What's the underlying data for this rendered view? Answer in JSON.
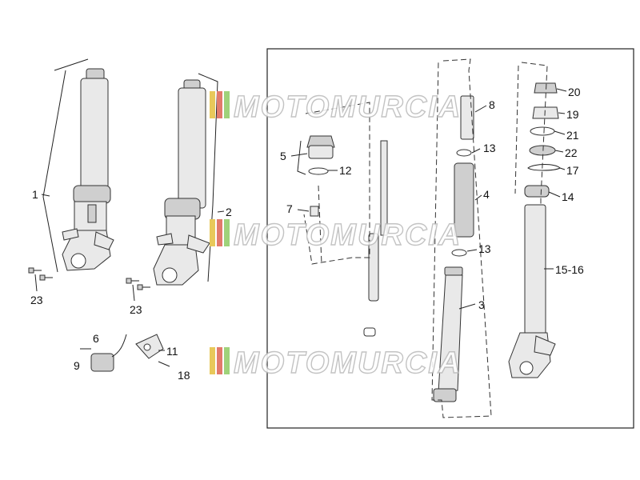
{
  "watermark": {
    "text": "MOTOMURCIA",
    "stripe_colors": [
      "#e8c85a",
      "#e27a6b",
      "#9fd27a"
    ]
  },
  "labels": {
    "p1": "1",
    "p2": "2",
    "p3": "3",
    "p4": "4",
    "p5": "5",
    "p6": "6",
    "p7": "7",
    "p8": "8",
    "p9": "9",
    "p11": "11",
    "p12": "12",
    "p13a": "13",
    "p13b": "13",
    "p14": "14",
    "p1516": "15-16",
    "p17": "17",
    "p18": "18",
    "p19": "19",
    "p20": "20",
    "p21": "21",
    "p22": "22",
    "p23a": "23",
    "p23b": "23"
  }
}
